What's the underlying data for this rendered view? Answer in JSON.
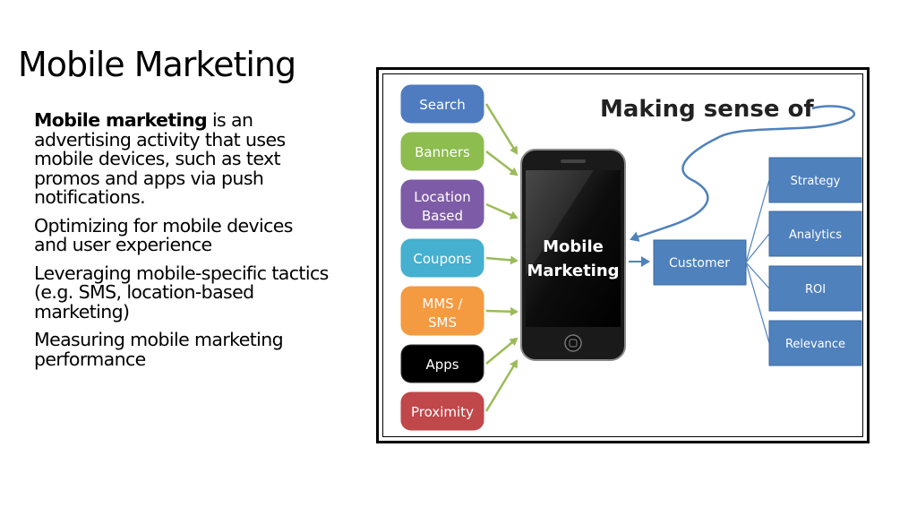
{
  "title": "Mobile Marketing",
  "bullets": {
    "b1_bold": "Mobile marketing",
    "b1_rest": " is an advertising activity that uses mobile devices, such as text promos and apps via push notifications.",
    "b2": "Optimizing for mobile devices and user experience",
    "b3": "Leveraging mobile-specific tactics (e.g. SMS, location-based marketing)",
    "b4": "Measuring mobile marketing performance"
  },
  "diagram": {
    "heading": "Making sense of",
    "phone_line1": "Mobile",
    "phone_line2": "Marketing",
    "customer": "Customer",
    "channels": [
      {
        "line1": "Search",
        "line2": "",
        "color": "#4f7cc0"
      },
      {
        "line1": "Banners",
        "line2": "",
        "color": "#8dbd4e"
      },
      {
        "line1": "Location",
        "line2": "Based",
        "color": "#7d5ba6"
      },
      {
        "line1": "Coupons",
        "line2": "",
        "color": "#45b0cf"
      },
      {
        "line1": "MMS /",
        "line2": "SMS",
        "color": "#f49a40"
      },
      {
        "line1": "Apps",
        "line2": "",
        "color": "#000000"
      },
      {
        "line1": "Proximity",
        "line2": "",
        "color": "#c0474a"
      }
    ],
    "outcomes": [
      "Strategy",
      "Analytics",
      "ROI",
      "Relevance"
    ],
    "colors": {
      "outcome_fill": "#4f81bd",
      "green_arrow": "#9bbb59",
      "blue_arrow": "#4f81bd"
    }
  }
}
